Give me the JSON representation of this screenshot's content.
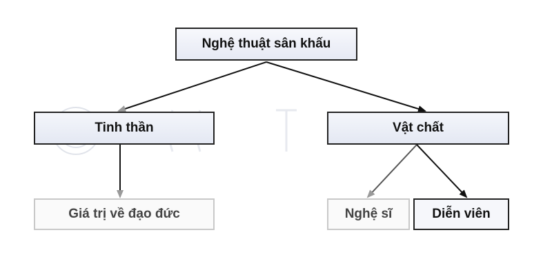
{
  "diagram": {
    "root": {
      "label": "Nghệ thuật sân khấu"
    },
    "left_branch": {
      "label": "Tinh thần"
    },
    "right_branch": {
      "label": "Vật chất"
    },
    "left_leaf": {
      "label": "Giá trị về đạo đức"
    },
    "right_leaf_1": {
      "label": "Nghệ sĩ"
    },
    "right_leaf_2": {
      "label": "Diễn viên"
    }
  },
  "colors": {
    "box_border": "#222222",
    "box_fill": "#e6e9f4",
    "faded_border": "#c8c8c8",
    "arrow_dark": "#111111",
    "arrow_faded": "#999999"
  }
}
